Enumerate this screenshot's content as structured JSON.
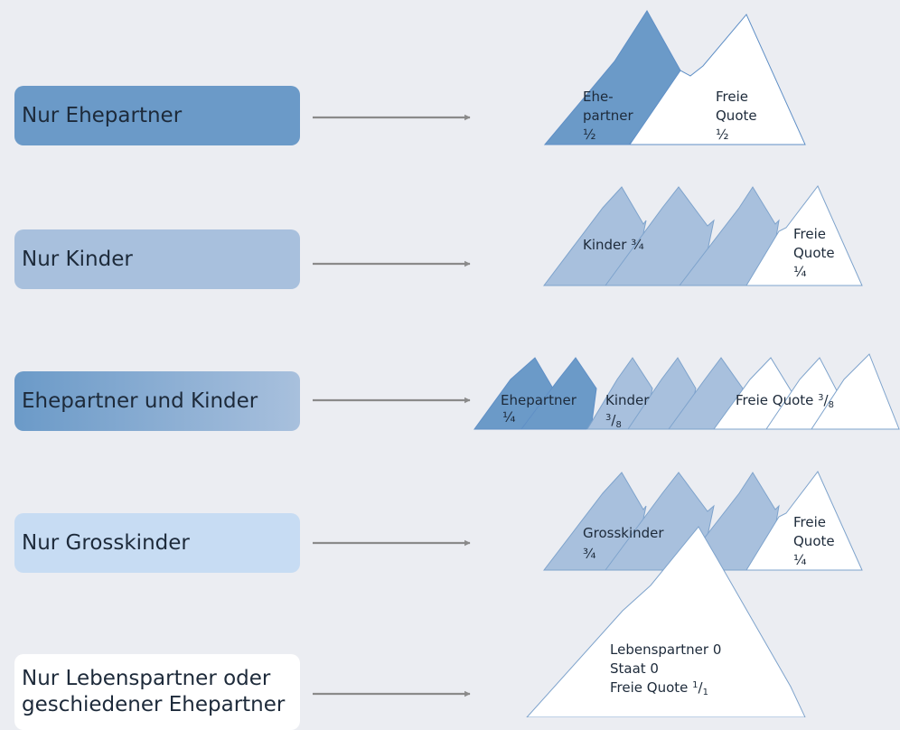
{
  "colors": {
    "background": "#ebedf2",
    "dark_blue": "#6b9ac8",
    "mid_blue": "#a8c0dd",
    "light_blue": "#c7dcf3",
    "white": "#ffffff",
    "arrow": "#8a8a8a",
    "outline": "#5f8fc6"
  },
  "rows": [
    {
      "label": "Nur Ehepartner",
      "text_lines": {
        "ehe_1": "Ehe-",
        "ehe_2": "partner",
        "ehe_3": "½",
        "freie_1": "Freie",
        "freie_2": "Quote",
        "freie_3": "½"
      }
    },
    {
      "label": "Nur Kinder",
      "text_lines": {
        "kinder": "Kinder ¾",
        "freie_1": "Freie",
        "freie_2": "Quote",
        "freie_3": "¼"
      }
    },
    {
      "label": "Ehepartner und Kinder",
      "text_lines": {
        "ehe_1": "Ehepartner",
        "ehe_2": "¼",
        "kinder_1": "Kinder",
        "kinder_num": "3",
        "kinder_slash": "/",
        "kinder_den": "8",
        "freie": "Freie Quote ",
        "freie_num": "3",
        "freie_slash": "/",
        "freie_den": "8"
      }
    },
    {
      "label": "Nur Grosskinder",
      "text_lines": {
        "gross_1": "Grosskinder",
        "gross_2": "¾",
        "freie_1": "Freie",
        "freie_2": "Quote",
        "freie_3": "¼"
      }
    },
    {
      "label_lines": [
        "Nur Lebenspartner oder",
        "geschiedener Ehepartner"
      ],
      "text_lines": {
        "line_1": "Lebenspartner 0",
        "line_2": "Staat 0",
        "line_3": "Freie Quote ",
        "num": "1",
        "slash": "/",
        "den": "1"
      }
    }
  ]
}
